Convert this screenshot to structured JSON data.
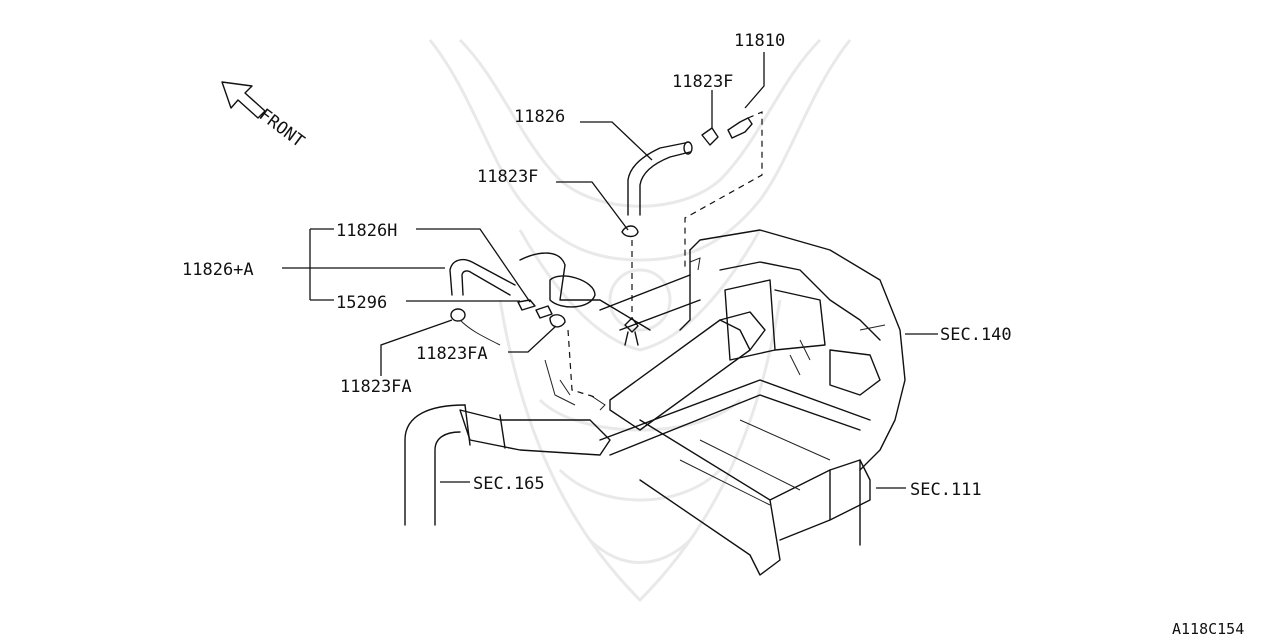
{
  "diagram": {
    "front_label": "FRONT",
    "ref_code": "A118C154",
    "callouts": {
      "p11810": "11810",
      "p11823F_top": "11823F",
      "p11826": "11826",
      "p11823F_mid": "11823F",
      "p11826H": "11826H",
      "p11826A": "11826+A",
      "p15296": "15296",
      "p11823FA_right": "11823FA",
      "p11823FA_left": "11823FA"
    },
    "sections": {
      "sec140": "SEC.140",
      "sec165": "SEC.165",
      "sec111": "SEC.111"
    }
  }
}
